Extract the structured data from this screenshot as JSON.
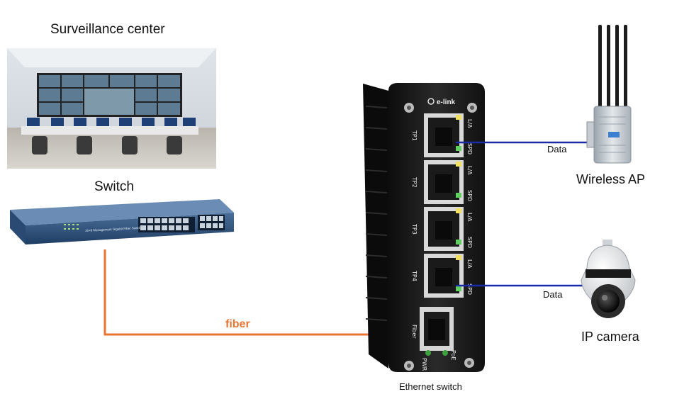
{
  "labels": {
    "surveillance_center": "Surveillance center",
    "switch": "Switch",
    "fiber": "fiber",
    "ethernet_switch": "Ethernet switch",
    "wireless_ap": "Wireless AP",
    "ip_camera": "IP camera",
    "data_top": "Data",
    "data_bottom": "Data"
  },
  "device": {
    "brand": "e-link",
    "ports": [
      "TP1",
      "TP2",
      "TP3",
      "TP4"
    ],
    "port_leds": [
      "L/A",
      "SPD"
    ],
    "fiber_port": "Fiber",
    "pwr": "PWR",
    "poe": "PoE"
  },
  "rack_switch": {
    "model_text": "16+8 Management Gigabit Fiber Switch"
  },
  "colors": {
    "fiber_line": "#e8742f",
    "data_line": "#1a2aa8",
    "device_body": "#1a1a1a"
  }
}
